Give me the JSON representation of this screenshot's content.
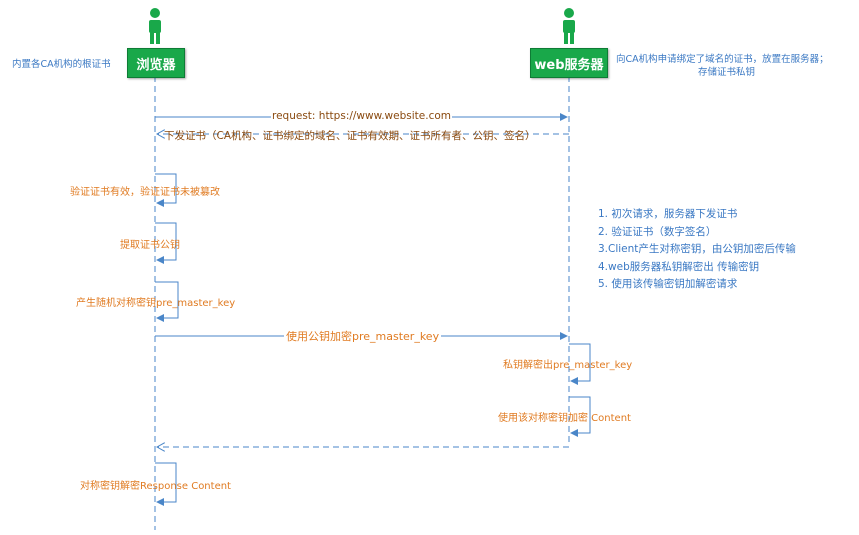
{
  "actors": {
    "browser": "浏览器",
    "server": "web服务器"
  },
  "notes": {
    "browser_note": "内置各CA机构的根证书",
    "server_note_line1": "向CA机构申请绑定了域名的证书，放置在服务器；",
    "server_note_line2": "存储证书私钥"
  },
  "messages": {
    "request": "request:  https://www.website.com",
    "issue_cert": "下发证书（CA机构、证书绑定的域名、证书有效期、证书所有者、公钥、签名）",
    "verify_cert": "验证证书有效，验证证书未被篡改",
    "extract_key": "提取证书公钥",
    "gen_key": "产生随机对称密钥pre_master_key",
    "encrypt_send": "使用公钥加密pre_master_key",
    "server_decrypt": "私钥解密出pre_master_key",
    "server_encrypt": "使用该对称密钥加密 Content",
    "client_decrypt": "对称密钥解密Response Content"
  },
  "steps": [
    "1. 初次请求，服务器下发证书",
    "2. 验证证书（数字签名）",
    "3.Client产生对称密钥，由公钥加密后传输",
    "4.web服务器私钥解密出 传输密钥",
    "5. 使用该传输密钥加解密请求"
  ],
  "colors": {
    "actor_green": "#19a84a",
    "line_blue": "#4a86c8",
    "text_orange": "#e07b22",
    "text_blue": "#3a78c3"
  }
}
